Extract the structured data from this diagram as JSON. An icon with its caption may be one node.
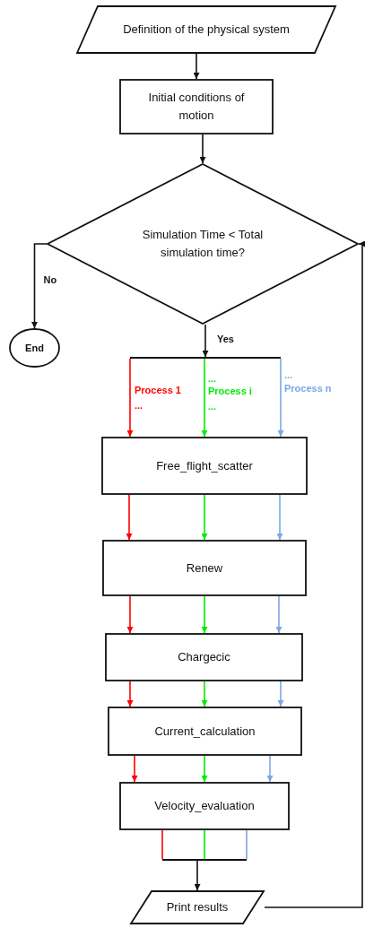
{
  "diagram": {
    "nodes": [
      {
        "text": [
          "Definition of the physical system"
        ]
      },
      {
        "text": [
          "Initial conditions of motion"
        ]
      },
      {
        "text": [
          "Simulation Time < Total simulation time?"
        ]
      },
      {
        "text": [
          "End"
        ]
      },
      {
        "text": [],
        "shape": "bar"
      },
      {
        "text": [
          "Free_flight_scatter"
        ]
      },
      {
        "text": [
          "Renew"
        ]
      },
      {
        "text": [
          "Chargecic"
        ]
      },
      {
        "text": [
          "Current_calculation"
        ]
      },
      {
        "text": [
          "Velocity_evaluation"
        ]
      },
      {
        "text": [],
        "shape": "bar"
      },
      {
        "text": [
          "Print results"
        ]
      }
    ],
    "edges": [
      {
        "from": 0,
        "to": 1,
        "arrow": "to"
      },
      {
        "from": 1,
        "to": 2,
        "arrow": "to"
      },
      {
        "from": 2,
        "to": 3,
        "arrow": "to",
        "label": "No"
      },
      {
        "from": 2,
        "to": 4,
        "arrow": "to",
        "label": "Yes"
      },
      {
        "from": 4,
        "to": 5,
        "arrow": "to",
        "color": "#ff0000"
      },
      {
        "from": 4,
        "to": 5,
        "arrow": "to",
        "color": "#00ee00"
      },
      {
        "from": 4,
        "to": 5,
        "arrow": "to",
        "color": "#7ba7e6"
      },
      {
        "from": 5,
        "to": 6,
        "arrow": "to",
        "color": "#ff0000"
      },
      {
        "from": 5,
        "to": 6,
        "arrow": "to",
        "color": "#00ee00"
      },
      {
        "from": 5,
        "to": 6,
        "arrow": "to",
        "color": "#7ba7e6"
      },
      {
        "from": 6,
        "to": 7,
        "arrow": "to",
        "color": "#ff0000"
      },
      {
        "from": 6,
        "to": 7,
        "arrow": "to",
        "color": "#00ee00"
      },
      {
        "from": 6,
        "to": 7,
        "arrow": "to",
        "color": "#7ba7e6"
      },
      {
        "from": 7,
        "to": 8,
        "arrow": "to",
        "color": "#ff0000"
      },
      {
        "from": 7,
        "to": 8,
        "arrow": "to",
        "color": "#00ee00"
      },
      {
        "from": 7,
        "to": 8,
        "arrow": "to",
        "color": "#7ba7e6"
      },
      {
        "from": 8,
        "to": 9,
        "arrow": "to",
        "color": "#ff0000"
      },
      {
        "from": 8,
        "to": 9,
        "arrow": "to",
        "color": "#00ee00"
      },
      {
        "from": 8,
        "to": 9,
        "arrow": "to",
        "color": "#7ba7e6"
      },
      {
        "from": 9,
        "to": 10,
        "arrow": "none",
        "color": "#ff0000"
      },
      {
        "from": 9,
        "to": 10,
        "arrow": "none",
        "color": "#00ee00"
      },
      {
        "from": 9,
        "to": 10,
        "arrow": "none",
        "color": "#7ba7e6"
      },
      {
        "from": 10,
        "to": 11,
        "arrow": "to"
      },
      {
        "from": 11,
        "to": 2,
        "arrow": "to"
      }
    ],
    "labels": [
      "Process 1",
      "...",
      "...",
      "Process i",
      "...",
      "...",
      "Process n"
    ]
  }
}
